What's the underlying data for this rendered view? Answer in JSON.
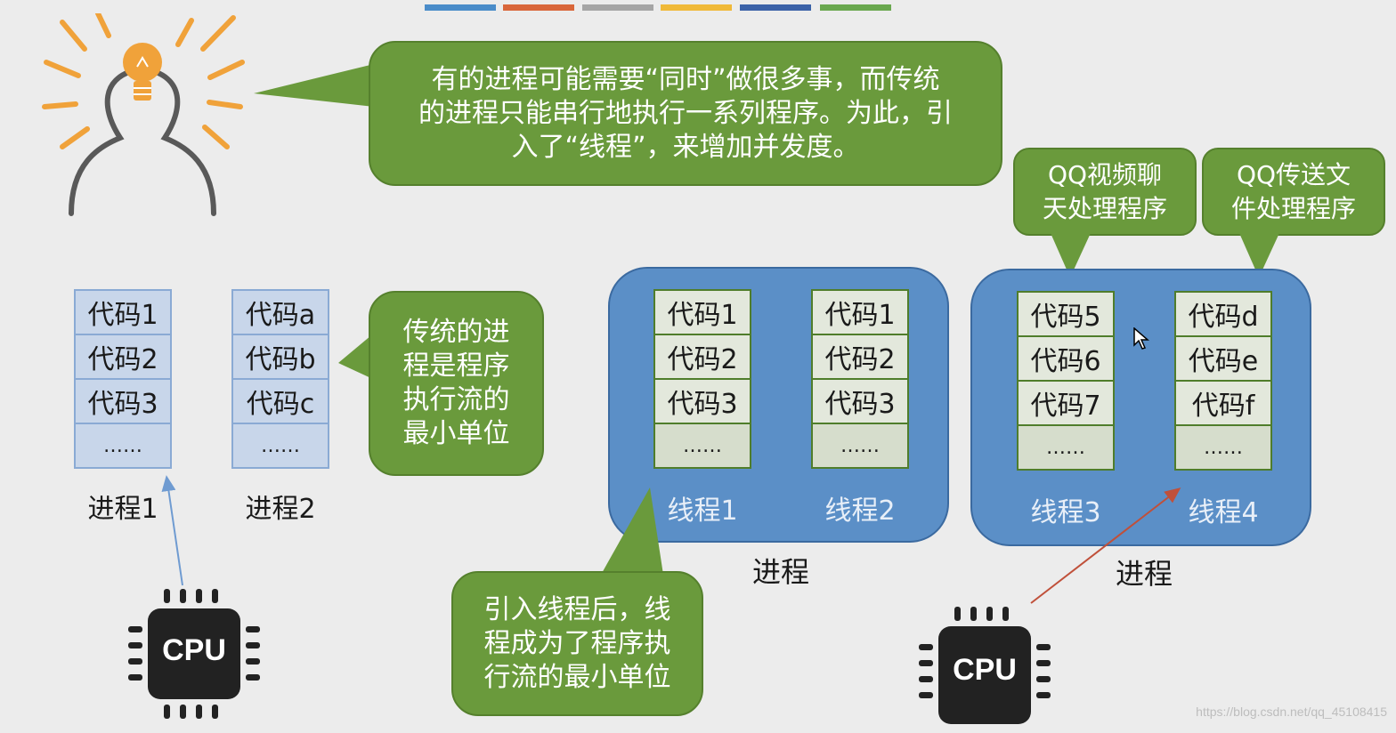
{
  "top_bar_colors": [
    "#4a8cc9",
    "#d9663a",
    "#a5a5a5",
    "#f0b938",
    "#3b62a8",
    "#6aa84f"
  ],
  "bubbles": {
    "main": "有的进程可能需要“同时”做很多事，而传统\n的进程只能串行地执行一系列程序。为此，引\n入了“线程”，来增加并发度。",
    "traditional": "传统的进\n程是程序\n执行流的\n最小单位",
    "after_threads": "引入线程后，线\n程成为了程序执\n行流的最小单位",
    "qq_video": "QQ视频聊\n天处理程序",
    "qq_file": "QQ传送文\n件处理程序"
  },
  "process1": {
    "cells": [
      "代码1",
      "代码2",
      "代码3",
      "……"
    ],
    "label": "进程1"
  },
  "process2": {
    "cells": [
      "代码a",
      "代码b",
      "代码c",
      "……"
    ],
    "label": "进程2"
  },
  "processA": {
    "label": "进程",
    "thread1": {
      "cells": [
        "代码1",
        "代码2",
        "代码3",
        "……"
      ],
      "label": "线程1"
    },
    "thread2": {
      "cells": [
        "代码1",
        "代码2",
        "代码3",
        "……"
      ],
      "label": "线程2"
    }
  },
  "processB": {
    "label": "进程",
    "thread3": {
      "cells": [
        "代码5",
        "代码6",
        "代码7",
        "……"
      ],
      "label": "线程3"
    },
    "thread4": {
      "cells": [
        "代码d",
        "代码e",
        "代码f",
        "……"
      ],
      "label": "线程4"
    }
  },
  "cpu_label": "CPU",
  "watermark": "https://blog.csdn.net/qq_45108415",
  "colors": {
    "bubble": "#6a9a3c",
    "process_box": "#5b8fc7",
    "cell_plain": "#c8d6ea",
    "arrow_blue": "#6f9bd1",
    "arrow_red": "#c0503a"
  }
}
